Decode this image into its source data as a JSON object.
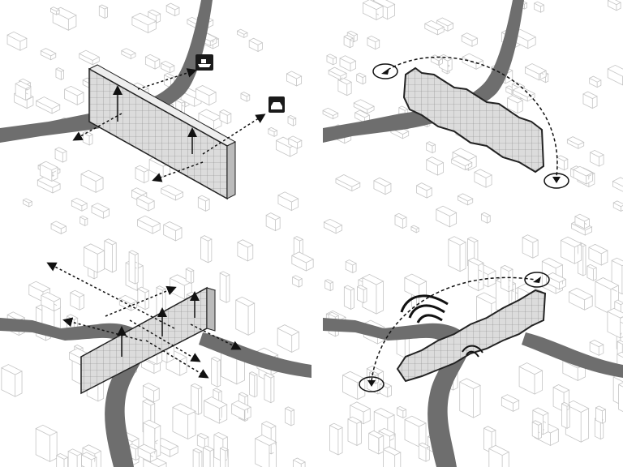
{
  "colors": {
    "river": "#6e6e6e",
    "building_stroke": "#c4c4c4",
    "slab_fill": "#d9d9d9",
    "slab_stroke": "#222222",
    "arrow": "#111111",
    "icon_bg": "#1a1a1a"
  },
  "panels": [
    {
      "name": "connectivity-diagram",
      "icons": [
        "boat-icon",
        "car-icon"
      ]
    },
    {
      "name": "span-diagram",
      "icons": [
        "target-circle-icon",
        "target-circle-icon"
      ]
    },
    {
      "name": "site-axes-diagram",
      "icons": []
    },
    {
      "name": "sound-span-diagram",
      "icons": [
        "target-circle-icon",
        "target-circle-icon",
        "sound-wave-icon"
      ]
    }
  ]
}
